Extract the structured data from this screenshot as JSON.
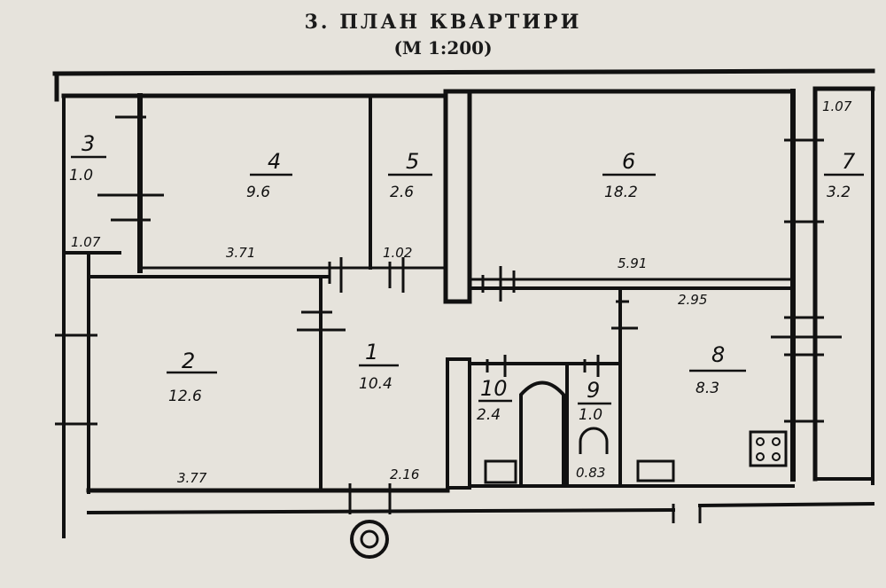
{
  "title": "3. ПЛАН   КВАРТИРИ",
  "scale": "(М 1:200)",
  "rooms": [
    {
      "number": "1",
      "area": "10.4"
    },
    {
      "number": "2",
      "area": "12.6"
    },
    {
      "number": "3",
      "area": "1.0"
    },
    {
      "number": "4",
      "area": "9.6"
    },
    {
      "number": "5",
      "area": "2.6"
    },
    {
      "number": "6",
      "area": "18.2"
    },
    {
      "number": "7",
      "area": "3.2"
    },
    {
      "number": "8",
      "area": "8.3"
    },
    {
      "number": "9",
      "area": "1.0"
    },
    {
      "number": "10",
      "area": "2.4"
    }
  ],
  "dimensions": {
    "room7_width": "1.07",
    "room3_width": "1.07",
    "room4_length": "3.71",
    "room5_length": "1.02",
    "room6_length": "5.91",
    "room8_length": "2.95",
    "room2_length": "3.77",
    "room1_length": "2.16",
    "room9_width": "0.83"
  }
}
